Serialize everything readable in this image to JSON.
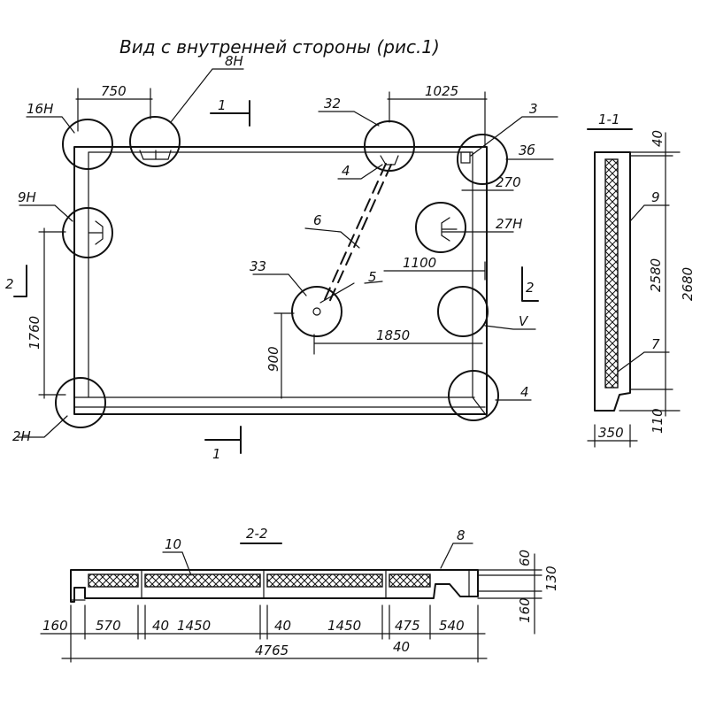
{
  "title": "Вид с внутренней стороны (рис.1)",
  "main_view": {
    "callouts": [
      "16Н",
      "8Н",
      "9Н",
      "32",
      "4",
      "6",
      "33",
      "5",
      "3",
      "3б",
      "27Н",
      "V",
      "4",
      "2Н"
    ],
    "dimensions": [
      "750",
      "1025",
      "270",
      "1100",
      "1760",
      "900",
      "1850"
    ],
    "section_marks": [
      "1",
      "1",
      "2",
      "2"
    ]
  },
  "section_1_1": {
    "title": "1-1",
    "callouts": [
      "9",
      "7"
    ],
    "dimensions": [
      "40",
      "2580",
      "2680",
      "110",
      "350"
    ]
  },
  "section_2_2": {
    "title": "2-2",
    "callouts": [
      "10",
      "8"
    ],
    "dimensions": [
      "60",
      "130",
      "160",
      "160",
      "570",
      "40",
      "1450",
      "40",
      "1450",
      "475",
      "540",
      "40",
      "4765"
    ]
  }
}
